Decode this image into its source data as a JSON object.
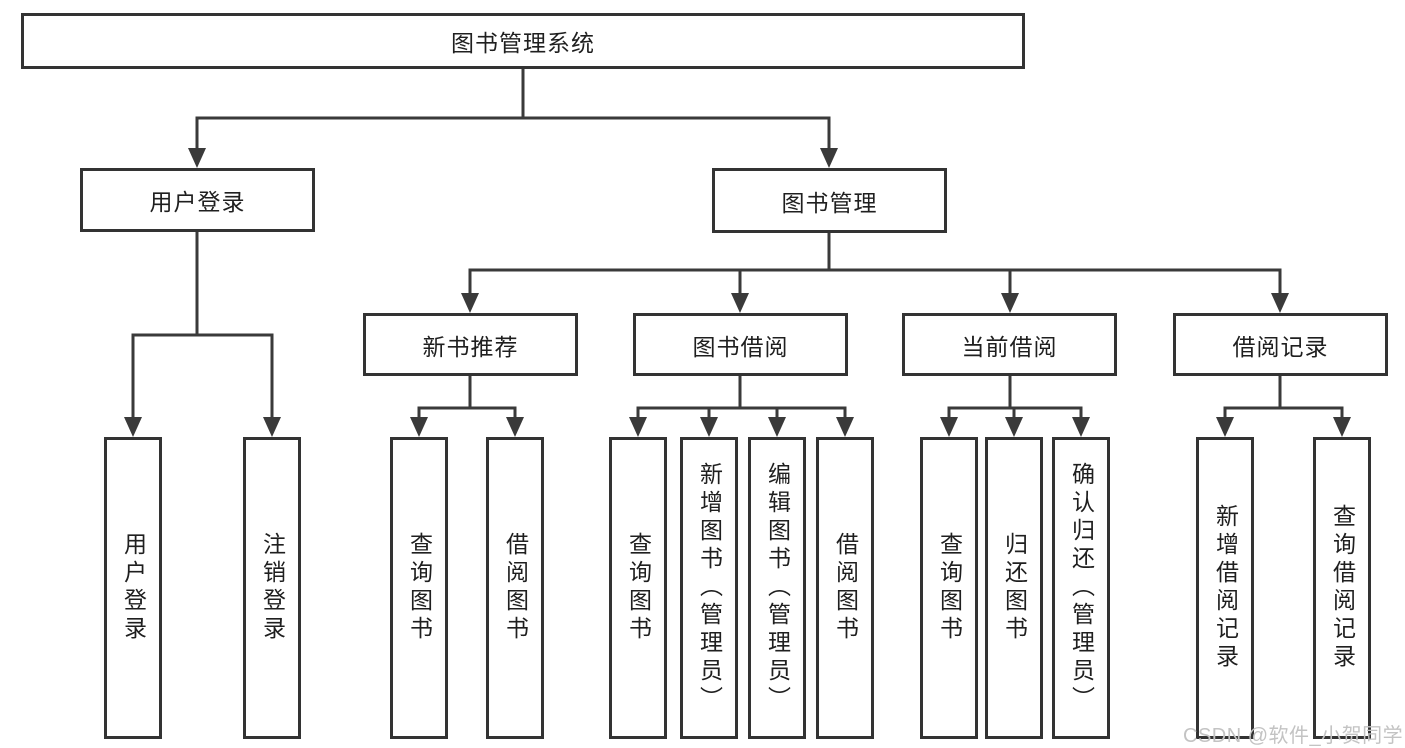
{
  "diagram": {
    "watermark": "CSDN @软件_小贺同学",
    "colors": {
      "line": "#3a3a3a",
      "box_border": "#333333",
      "text": "#1f1f1f",
      "background": "#ffffff",
      "watermark": "#c3c3c3"
    }
  },
  "tree": {
    "label": "图书管理系统",
    "children": [
      {
        "label": "用户登录",
        "children": [
          {
            "label": "用户登录"
          },
          {
            "label": "注销登录"
          }
        ]
      },
      {
        "label": "图书管理",
        "children": [
          {
            "label": "新书推荐",
            "children": [
              {
                "label": "查询图书"
              },
              {
                "label": "借阅图书"
              }
            ]
          },
          {
            "label": "图书借阅",
            "children": [
              {
                "label": "查询图书"
              },
              {
                "label": "新增图书（管理员）"
              },
              {
                "label": "编辑图书（管理员）"
              },
              {
                "label": "借阅图书"
              }
            ]
          },
          {
            "label": "当前借阅",
            "children": [
              {
                "label": "查询图书"
              },
              {
                "label": "归还图书"
              },
              {
                "label": "确认归还（管理员）"
              }
            ]
          },
          {
            "label": "借阅记录",
            "children": [
              {
                "label": "新增借阅记录"
              },
              {
                "label": "查询借阅记录"
              }
            ]
          }
        ]
      }
    ]
  }
}
